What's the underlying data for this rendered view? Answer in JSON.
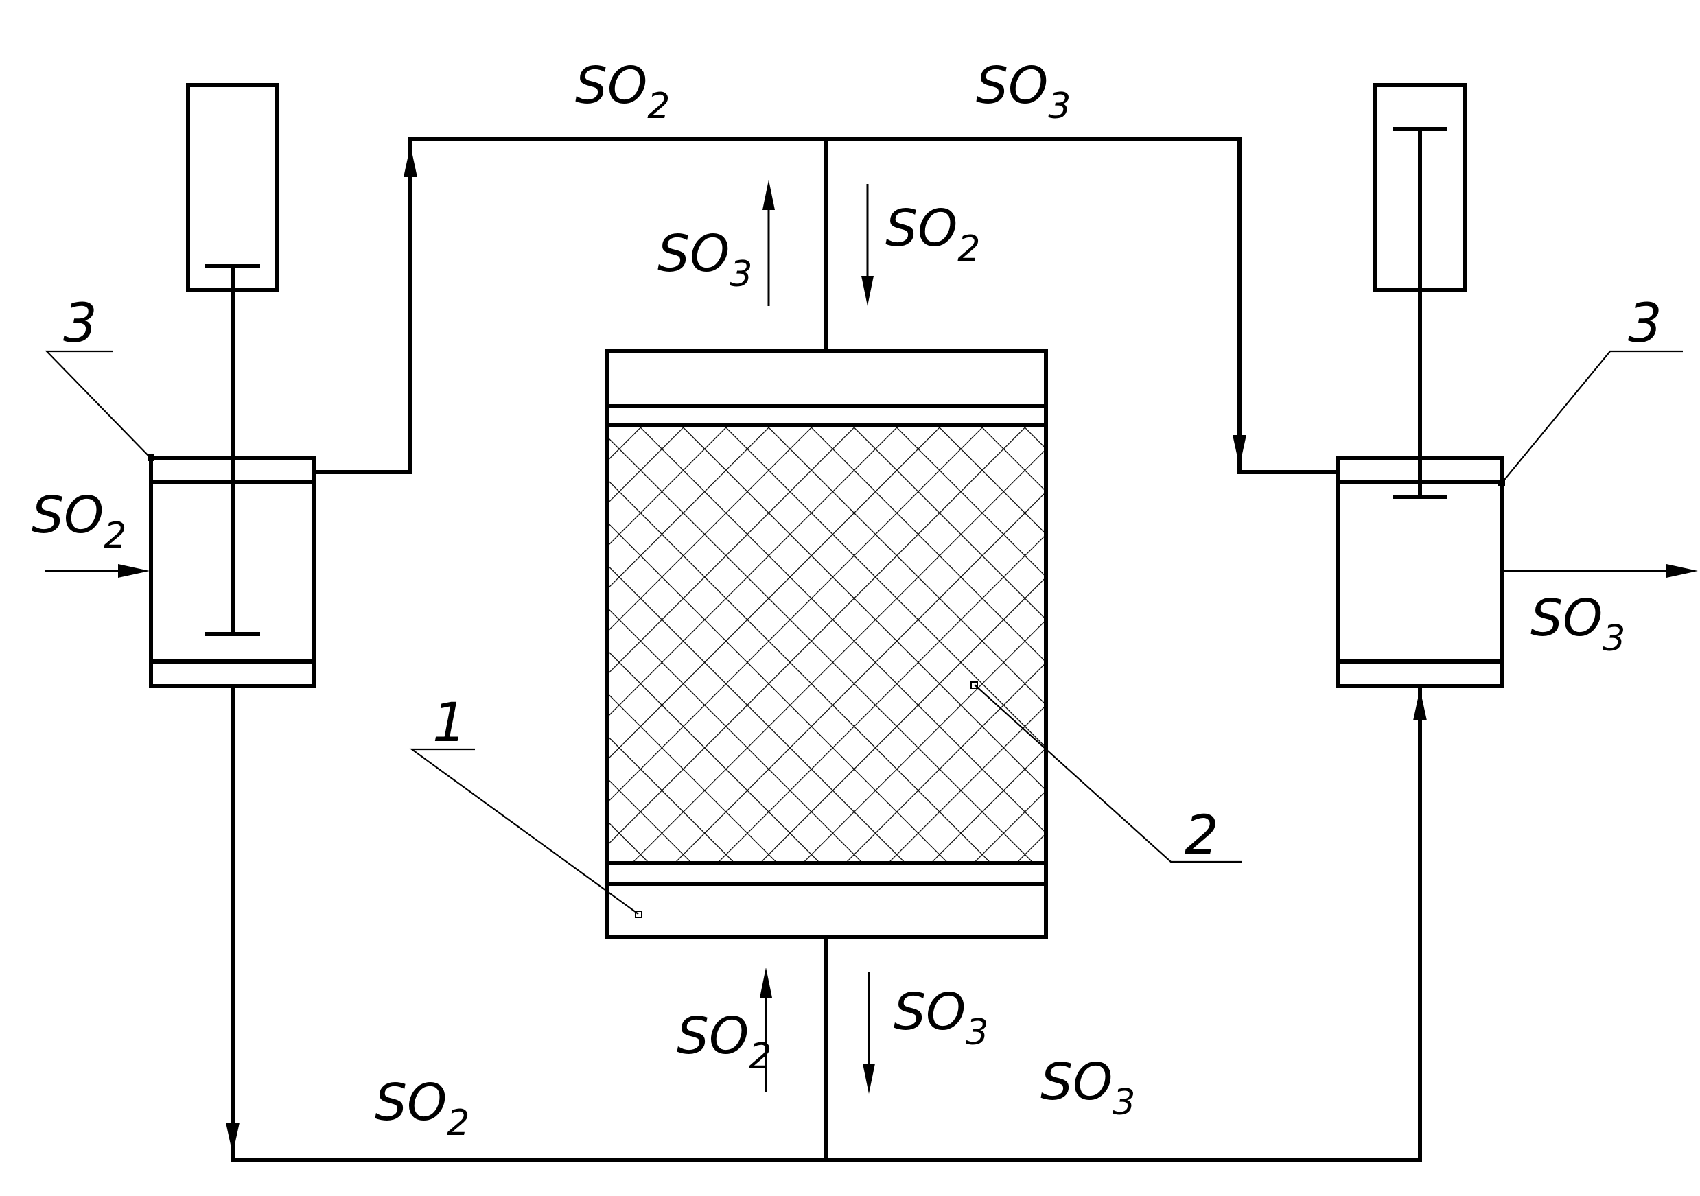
{
  "labels": {
    "top_left_pipe": {
      "base": "SO",
      "sub": "2"
    },
    "top_right_pipe": {
      "base": "SO",
      "sub": "3"
    },
    "top_up_arrow": {
      "base": "SO",
      "sub": "3"
    },
    "top_down_arrow": {
      "base": "SO",
      "sub": "2"
    },
    "left_inlet": {
      "base": "SO",
      "sub": "2"
    },
    "right_outlet": {
      "base": "SO",
      "sub": "3"
    },
    "bottom_up_arrow": {
      "base": "SO",
      "sub": "2"
    },
    "bottom_down_arrow": {
      "base": "SO",
      "sub": "3"
    },
    "bottom_left_pipe": {
      "base": "SO",
      "sub": "2"
    },
    "bottom_right_pipe": {
      "base": "SO",
      "sub": "3"
    }
  },
  "callouts": {
    "reactor_cap": "1",
    "catalyst_bed": "2",
    "left_valve": "3",
    "right_valve": "3"
  }
}
